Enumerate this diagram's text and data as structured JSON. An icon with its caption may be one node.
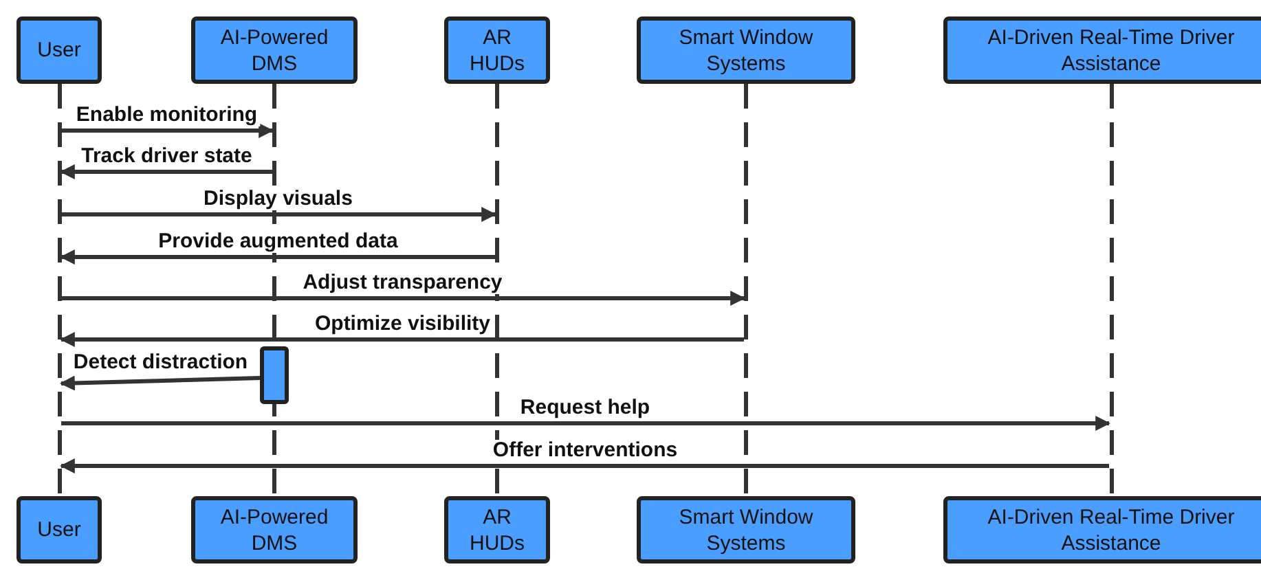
{
  "diagram": {
    "nodes": [
      {
        "text": [
          "User"
        ]
      },
      {
        "text": [
          "AI-Powered DMS"
        ]
      },
      {
        "text": [
          "AR HUDs"
        ]
      },
      {
        "text": [
          "Smart Window Systems"
        ]
      },
      {
        "text": [
          "AI-Driven Real-Time Driver Assistance"
        ]
      },
      {
        "text": [],
        "shape": "line"
      },
      {
        "text": [],
        "shape": "line"
      },
      {
        "text": [],
        "shape": "line"
      },
      {
        "text": [],
        "shape": "line"
      },
      {
        "text": [],
        "shape": "line"
      },
      {
        "text": [
          "User"
        ]
      },
      {
        "text": [
          "AI-Powered DMS"
        ]
      },
      {
        "text": [
          "AR HUDs"
        ]
      },
      {
        "text": [
          "Smart Window Systems"
        ]
      },
      {
        "text": [
          "AI-Driven Real-Time Driver Assistance"
        ]
      },
      {
        "text": [],
        "shape": "bar"
      }
    ],
    "edges": [
      {
        "from": 5,
        "to": 6,
        "arrow": "to",
        "label": "Enable monitoring"
      },
      {
        "from": 6,
        "to": 5,
        "arrow": "to",
        "label": "Track driver state"
      },
      {
        "from": 5,
        "to": 7,
        "arrow": "to",
        "label": "Display visuals"
      },
      {
        "from": 7,
        "to": 5,
        "arrow": "to",
        "label": "Provide augmented data"
      },
      {
        "from": 5,
        "to": 8,
        "arrow": "to",
        "label": "Adjust transparency"
      },
      {
        "from": 8,
        "to": 5,
        "arrow": "to",
        "label": "Optimize visibility"
      },
      {
        "from": 15,
        "to": 5,
        "arrow": "to",
        "label": "Detect distraction"
      },
      {
        "from": 5,
        "to": 9,
        "arrow": "to",
        "label": "Request help"
      },
      {
        "from": 9,
        "to": 5,
        "arrow": "to",
        "label": "Offer interventions"
      }
    ]
  }
}
